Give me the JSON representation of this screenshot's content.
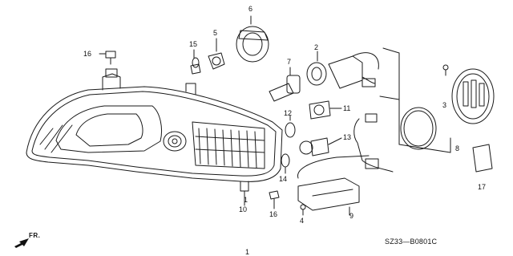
{
  "diagram": {
    "catalog_code": "SZ33—B0801C",
    "direction_label": "FR.",
    "callouts": [
      "1",
      "2",
      "3",
      "4",
      "6",
      "7",
      "8",
      "9",
      "10",
      "11",
      "12",
      "13",
      "14",
      "15",
      "16",
      "16",
      "17",
      "5"
    ],
    "colors": {
      "line": "#1a1a1a",
      "background": "#ffffff"
    }
  }
}
